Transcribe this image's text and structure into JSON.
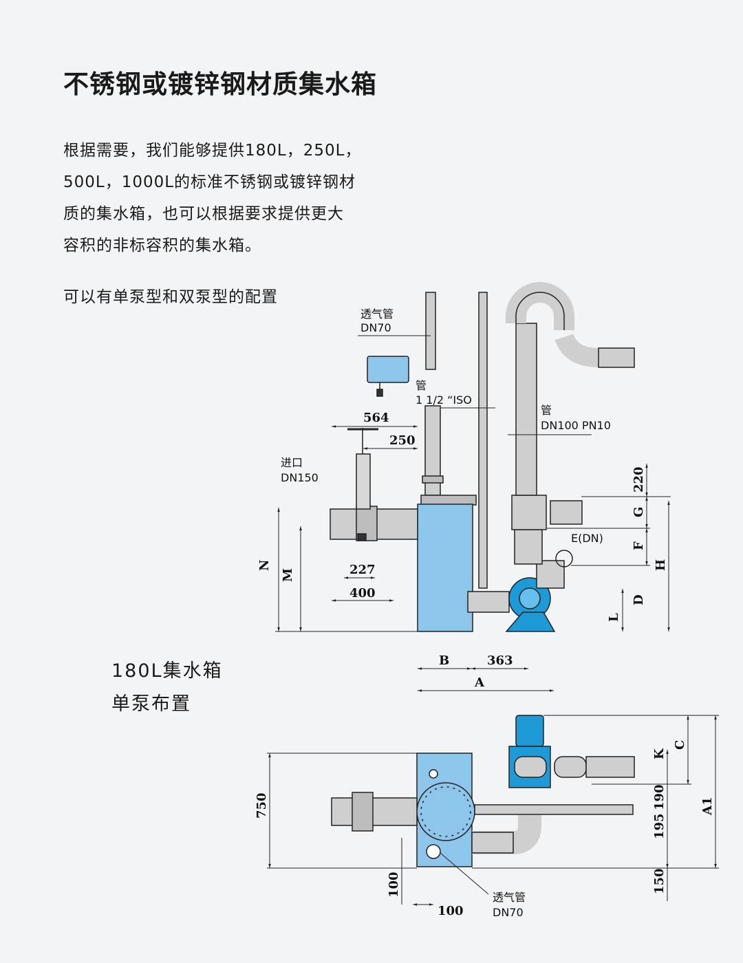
{
  "title": "不锈钢或镀锌钢材质集水箱",
  "description": {
    "lines": [
      "根据需要，我们能够提供180L，250L，",
      "500L，1000L的标准不锈钢或镀锌钢材",
      "质的集水箱，也可以根据要求提供更大",
      "容积的非标容积的集水箱。"
    ]
  },
  "config_note": "可以有单泵型和双泵型的配置",
  "caption": {
    "line1": "180L集水箱",
    "line2": "单泵布置"
  },
  "colors": {
    "tank": "#8ec5ea",
    "pump": "#1e9ad6",
    "pipe": "#c9c9c9",
    "line": "#222222"
  },
  "labels": {
    "vent_pipe_top_1": "透气管",
    "vent_pipe_top_2": "DN70",
    "pipe_iso_1": "管",
    "pipe_iso_2": "1 1/2 “ISO",
    "pipe_dn100_1": "管",
    "pipe_dn100_2": "DN100 PN10",
    "inlet_1": "进口",
    "inlet_2": "DN150",
    "e_dn": "E(DN)",
    "vent_pipe_bottom_1": "透气管",
    "vent_pipe_bottom_2": "DN70"
  },
  "dims": {
    "d564": "564",
    "d250": "250",
    "d227": "227",
    "d400": "400",
    "N": "N",
    "M": "M",
    "B": "B",
    "d363": "363",
    "A": "A",
    "d220": "220",
    "G": "G",
    "F": "F",
    "H": "H",
    "D": "D",
    "L": "L",
    "d750": "750",
    "d100a": "100",
    "d100b": "100",
    "C": "C",
    "K": "K",
    "d190": "190",
    "A1": "A1",
    "d195": "195",
    "d150": "150"
  },
  "icons": [
    "float-switch-icon",
    "gate-valve-icon",
    "check-valve-icon",
    "manhole-cover-icon"
  ]
}
